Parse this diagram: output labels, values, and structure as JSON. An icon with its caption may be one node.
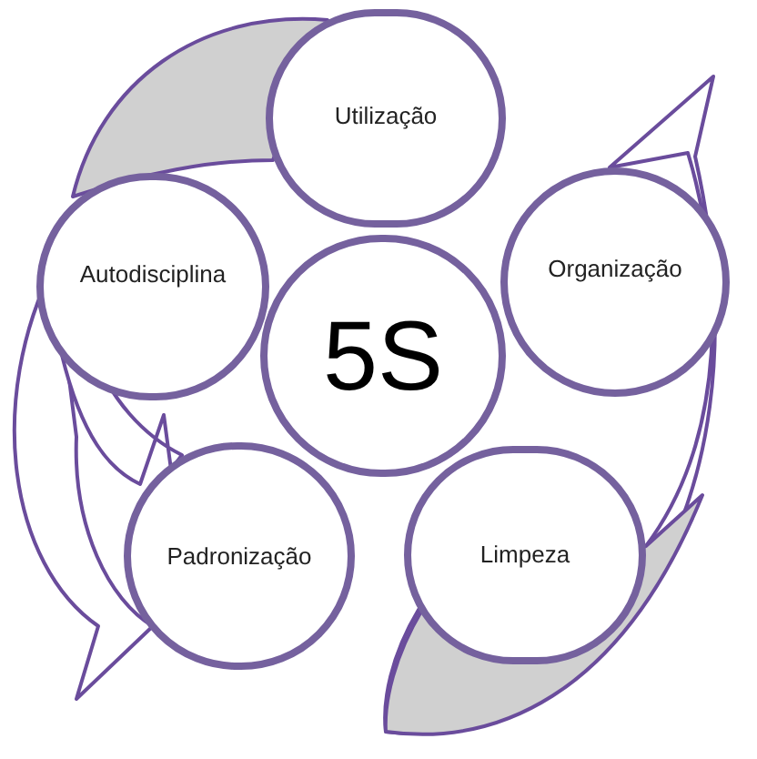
{
  "diagram": {
    "nodes": [
      {
        "text": [
          "Utilização"
        ]
      },
      {
        "text": [
          "Autodisciplina"
        ]
      },
      {
        "text": [
          "5S"
        ]
      },
      {
        "text": [
          "Organização"
        ]
      },
      {
        "text": [
          "Padronização"
        ]
      },
      {
        "text": [
          "Limpeza"
        ]
      }
    ]
  }
}
